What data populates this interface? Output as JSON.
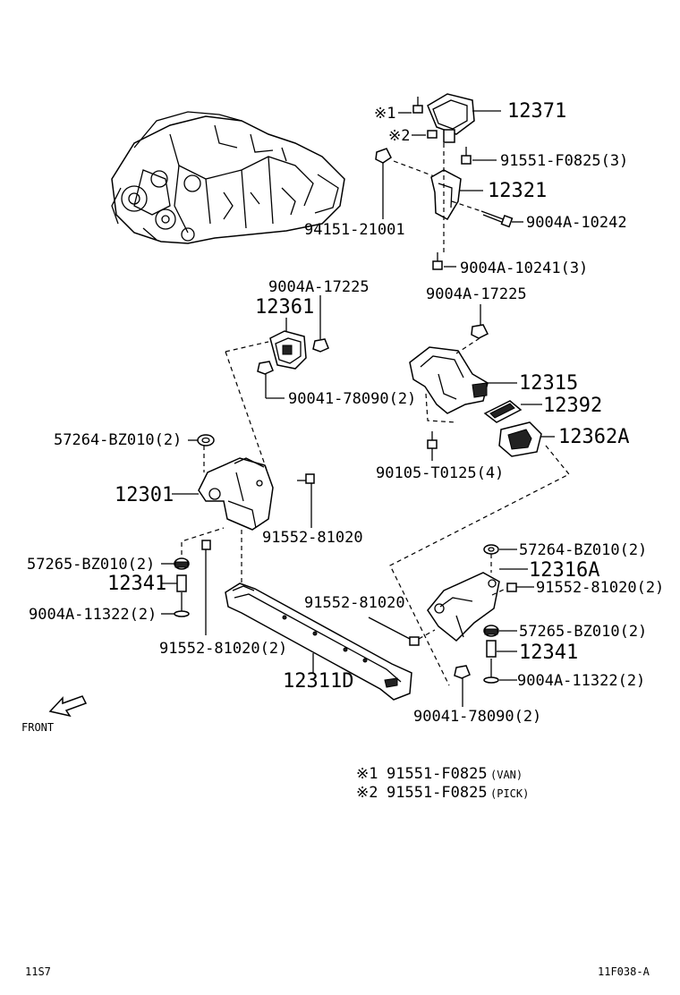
{
  "labels": {
    "p12371": "12371",
    "ref1": "※1",
    "ref2": "※2",
    "p91551_f0825_3": "91551-F0825(3)",
    "p12321": "12321",
    "p94151": "94151-21001",
    "p9004a_10242": "9004A-10242",
    "p9004a_10241": "9004A-10241(3)",
    "p9004a_17225_left": "9004A-17225",
    "p9004a_17225_right": "9004A-17225",
    "p12361": "12361",
    "p90041_78090_top": "90041-78090(2)",
    "p12315": "12315",
    "p12392": "12392",
    "p12362a": "12362A",
    "p57264_left": "57264-BZ010(2)",
    "p90105": "90105-T0125(4)",
    "p12301": "12301",
    "p91552_81020_mid": "91552-81020",
    "p57265_left": "57265-BZ010(2)",
    "p12341_left": "12341",
    "p9004a_11322_left": "9004A-11322(2)",
    "p91552_81020_left": "91552-81020(2)",
    "p12311d": "12311D",
    "p57264_right": "57264-BZ010(2)",
    "p12316a": "12316A",
    "p91552_81020_center": "91552-81020",
    "p91552_81020_right": "91552-81020(2)",
    "p57265_right": "57265-BZ010(2)",
    "p12341_right": "12341",
    "p9004a_11322_right": "9004A-11322(2)",
    "p90041_78090_bottom": "90041-78090(2)",
    "front": "FRONT"
  },
  "notes": [
    {
      "mark": "※1",
      "part": "91551-F0825",
      "variant": "(VAN)"
    },
    {
      "mark": "※2",
      "part": "91551-F0825",
      "variant": "(PICK)"
    }
  ],
  "footer": {
    "left": "11S7",
    "right": "11F038-A"
  }
}
